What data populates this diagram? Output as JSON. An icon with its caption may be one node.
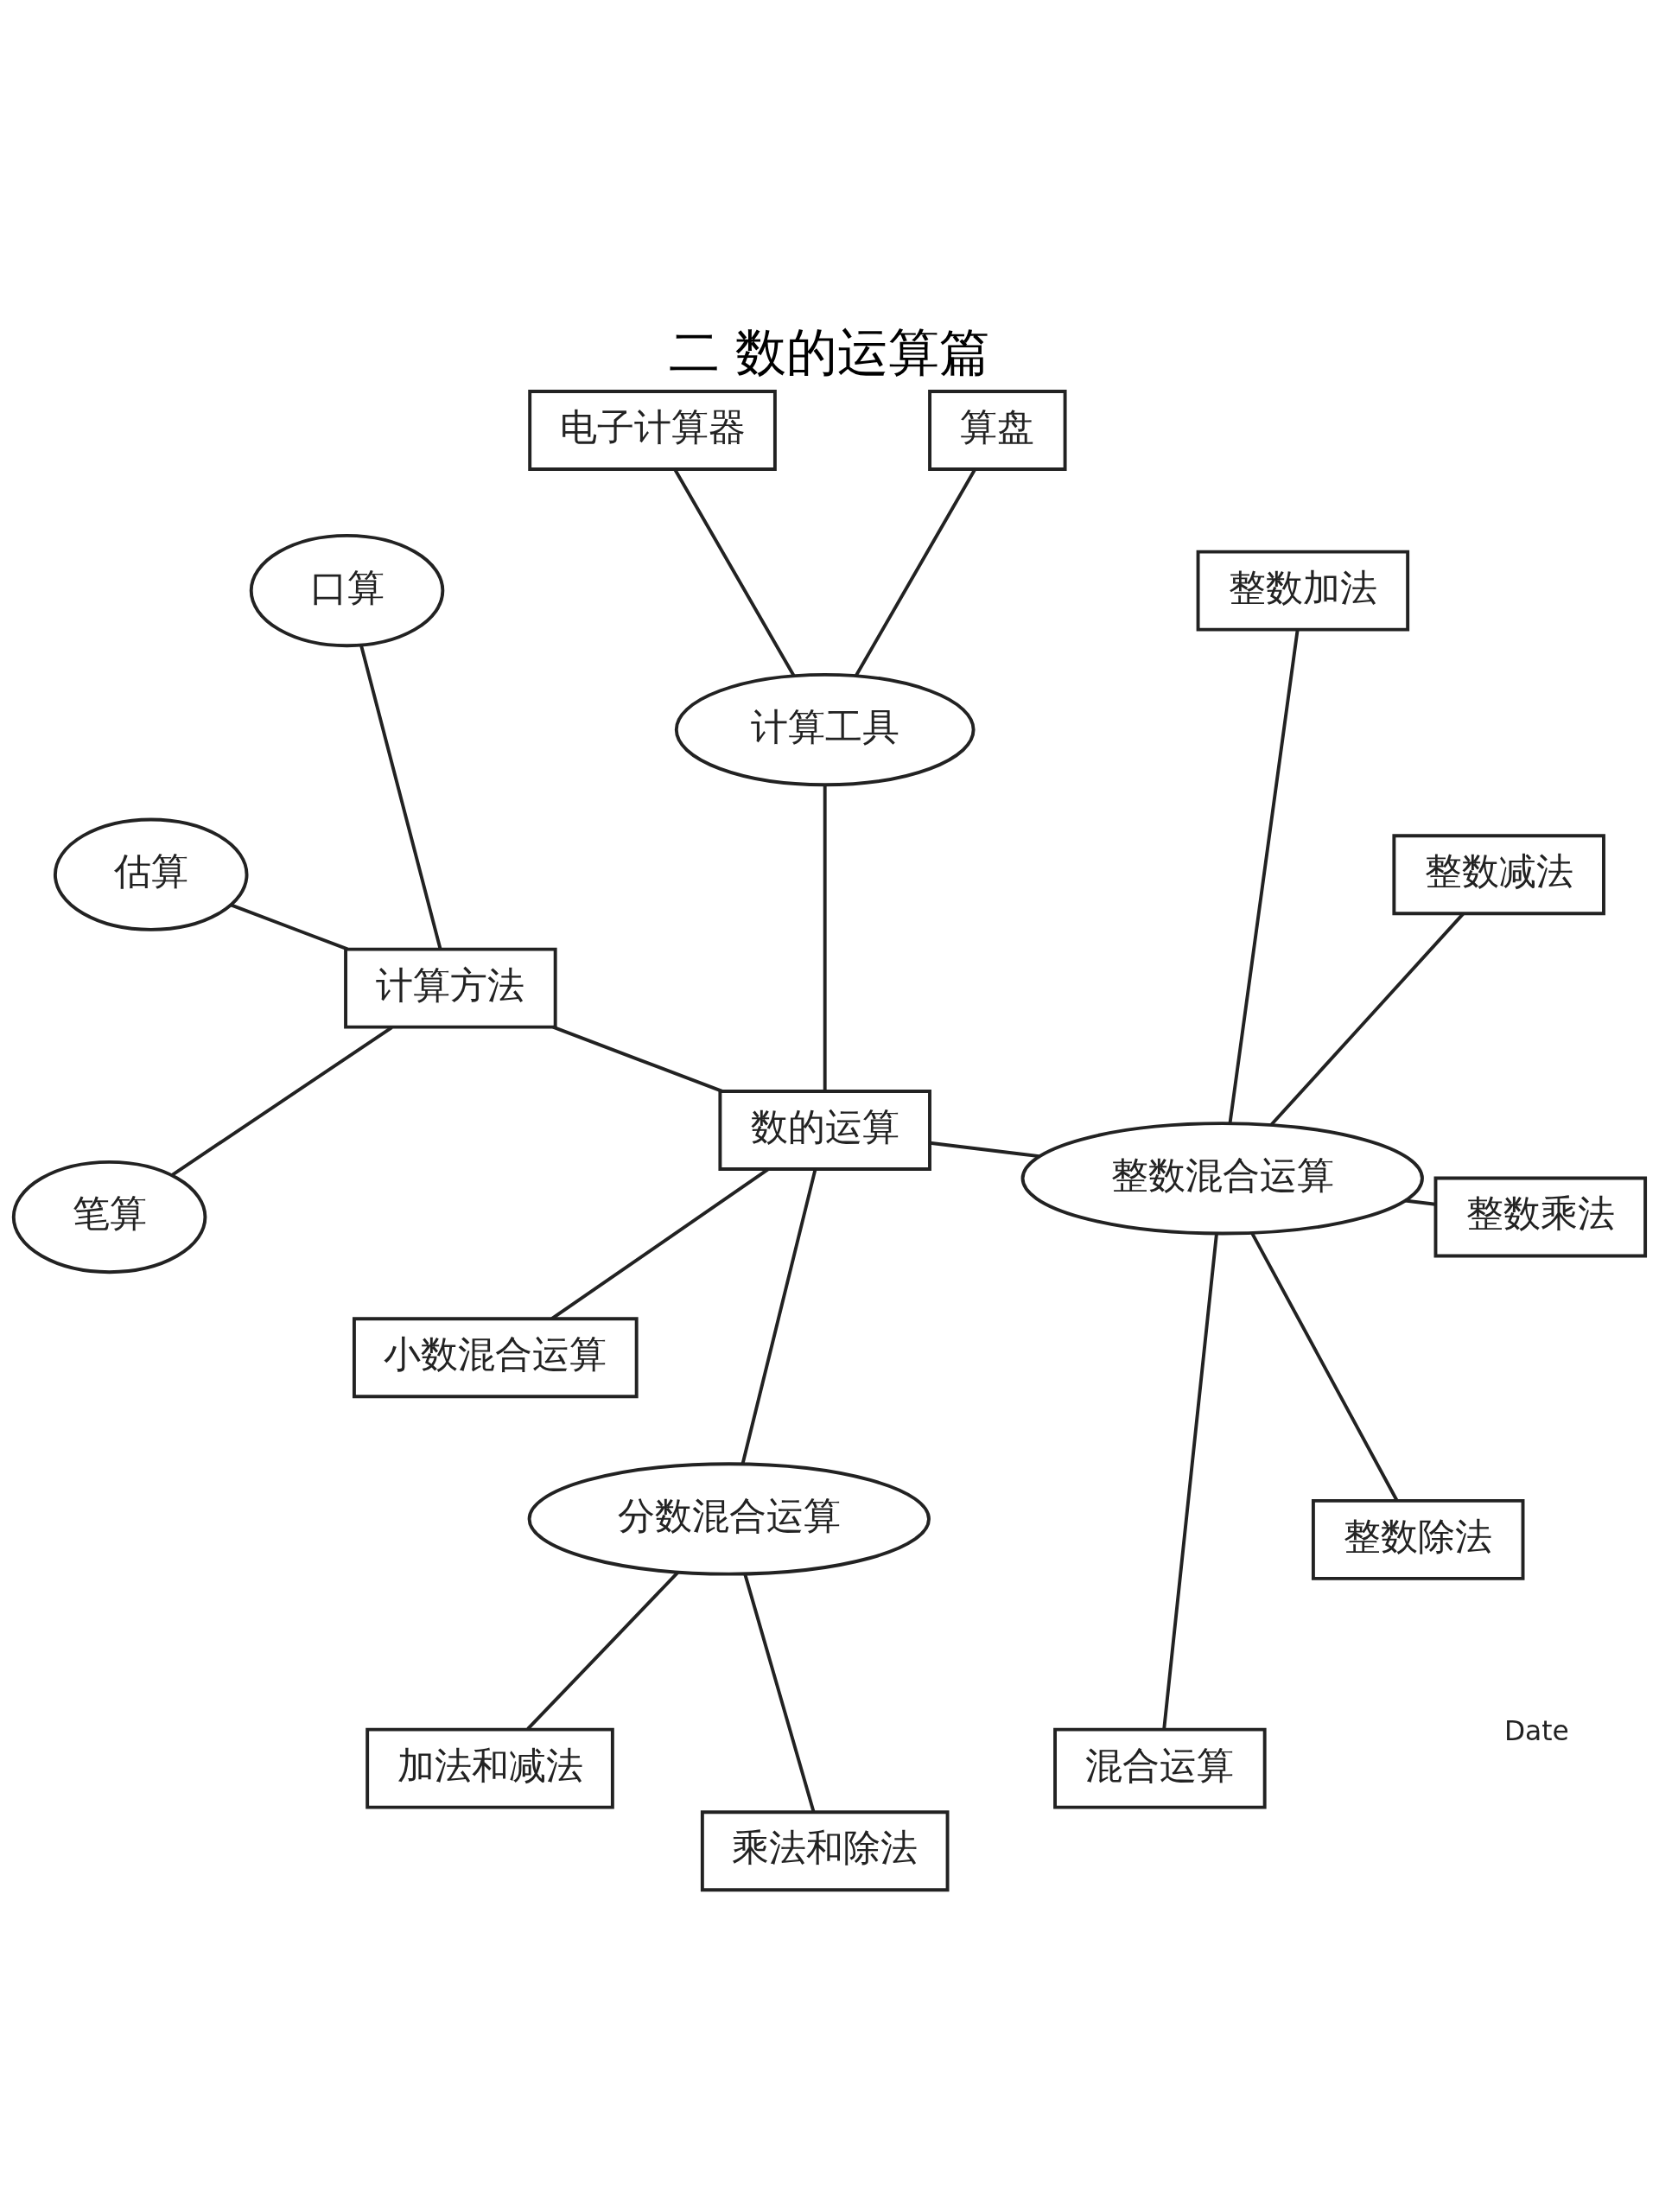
{
  "diagram": {
    "title": "二 数的运算篇",
    "nodes": [
      {
        "text": [
          "数的运算"
        ]
      },
      {
        "text": [
          "计算工具"
        ]
      },
      {
        "text": [
          "电子计算器"
        ]
      },
      {
        "text": [
          "算盘"
        ]
      },
      {
        "text": [
          "计算方法"
        ]
      },
      {
        "text": [
          "口算"
        ]
      },
      {
        "text": [
          "估算"
        ]
      },
      {
        "text": [
          "笔算"
        ]
      },
      {
        "text": [
          "整数混合运算"
        ]
      },
      {
        "text": [
          "整数加法"
        ]
      },
      {
        "text": [
          "整数减法"
        ]
      },
      {
        "text": [
          "整数乘法"
        ]
      },
      {
        "text": [
          "整数除法"
        ]
      },
      {
        "text": [
          "混合运算"
        ]
      },
      {
        "text": [
          "小数混合运算"
        ]
      },
      {
        "text": [
          "分数混合运算"
        ]
      },
      {
        "text": [
          "加法和减法"
        ]
      },
      {
        "text": [
          "乘法和除法"
        ]
      }
    ],
    "edges": [
      {
        "from": 0,
        "to": 1,
        "arrow": "none"
      },
      {
        "from": 1,
        "to": 2,
        "arrow": "none"
      },
      {
        "from": 1,
        "to": 3,
        "arrow": "none"
      },
      {
        "from": 0,
        "to": 4,
        "arrow": "none"
      },
      {
        "from": 4,
        "to": 5,
        "arrow": "none"
      },
      {
        "from": 4,
        "to": 6,
        "arrow": "none"
      },
      {
        "from": 4,
        "to": 7,
        "arrow": "none"
      },
      {
        "from": 0,
        "to": 8,
        "arrow": "none"
      },
      {
        "from": 8,
        "to": 9,
        "arrow": "none"
      },
      {
        "from": 8,
        "to": 10,
        "arrow": "none"
      },
      {
        "from": 8,
        "to": 11,
        "arrow": "none"
      },
      {
        "from": 8,
        "to": 12,
        "arrow": "none"
      },
      {
        "from": 8,
        "to": 13,
        "arrow": "none"
      },
      {
        "from": 0,
        "to": 14,
        "arrow": "none"
      },
      {
        "from": 0,
        "to": 15,
        "arrow": "none"
      },
      {
        "from": 15,
        "to": 16,
        "arrow": "none"
      },
      {
        "from": 15,
        "to": 17,
        "arrow": "none"
      }
    ],
    "labels": [
      "Date"
    ]
  }
}
